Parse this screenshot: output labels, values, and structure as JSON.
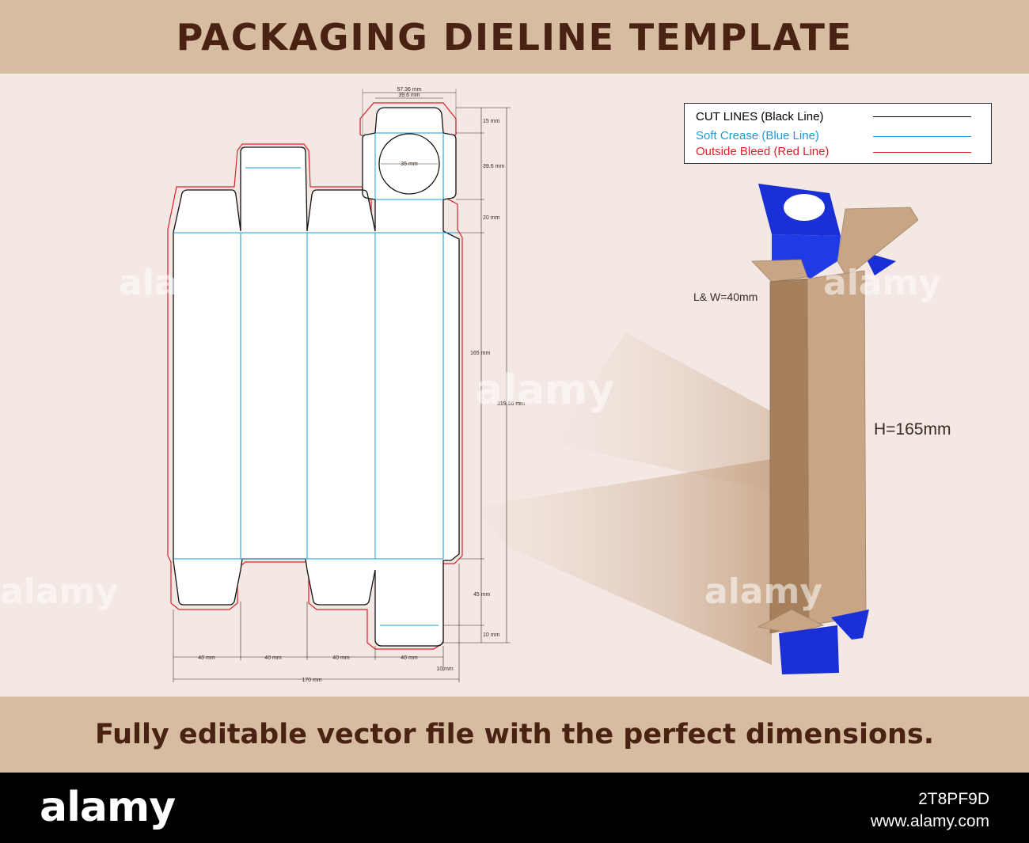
{
  "header": {
    "title": "PACKAGING DIELINE TEMPLATE"
  },
  "legend": {
    "items": [
      {
        "label": "CUT LINES (Black Line)",
        "color": "#000000"
      },
      {
        "label": "Soft Crease (Blue Line)",
        "color": "#1a9bd7"
      },
      {
        "label": "Outside Bleed (Red Line)",
        "color": "#e0202a"
      }
    ]
  },
  "dimensions": {
    "top_width_outer": "57.36 mm",
    "top_width_inner": "39.6 mm",
    "window": "35 mm",
    "tuck_flap": "15 mm",
    "top_panel": "39.6 mm",
    "dust_flap": "20 mm",
    "body_height": "165 mm",
    "total_height": "319.56 mm",
    "bottom_flap": "45 mm",
    "bottom_tuck": "10 mm",
    "panel_1": "40 mm",
    "panel_2": "40 mm",
    "panel_3": "40 mm",
    "panel_4": "40 mm",
    "glue_flap": "10 mm",
    "total_width": "170 mm"
  },
  "mockup": {
    "lw_label": "L& W=40mm",
    "h_label": "H=165mm",
    "box_blue": "#1a2fd6",
    "kraft_dark": "#a67f5c",
    "kraft_light": "#c7a585"
  },
  "footer": {
    "text": "Fully editable vector file with the perfect dimensions."
  },
  "stock": {
    "logo": "alamy",
    "image_id": "2T8PF9D",
    "url": "www.alamy.com",
    "watermark": "alamy"
  }
}
